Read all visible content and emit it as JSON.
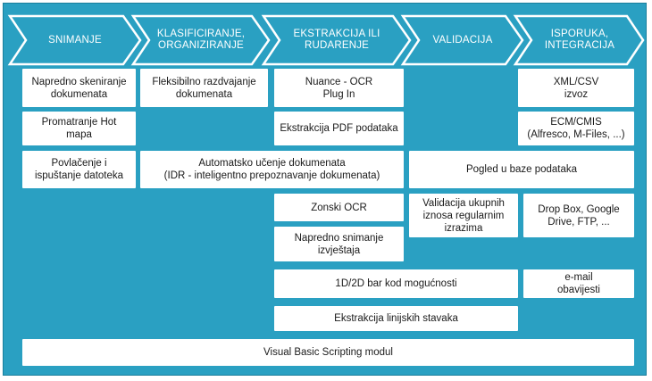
{
  "stages": [
    {
      "id": "snimanje",
      "label": "SNIMANJE"
    },
    {
      "id": "klasificiranje",
      "label": "KLASIFICIRANJE,\nORGANIZIRANJE"
    },
    {
      "id": "ekstrakcija",
      "label": "EKSTRAKCIJA ILI\nRUDARENJE"
    },
    {
      "id": "validacija",
      "label": "VALIDACIJA"
    },
    {
      "id": "isporuka",
      "label": "ISPORUKA,\nINTEGRACIJA"
    }
  ],
  "boxes": {
    "napredno_skeniranje": "Napredno skeniranje\ndokumenata",
    "fleksibilno_razdvajanje": "Fleksibilno razdvajanje\ndokumenata",
    "nuance_ocr": "Nuance - OCR\nPlug In",
    "xml_csv": "XML/CSV\nizvoz",
    "promatranje_hot_mapa": "Promatranje Hot\nmapa",
    "ekstrakcija_pdf": "Ekstrakcija PDF podataka",
    "ecm_cmis": "ECM/CMIS\n(Alfresco, M-Files, ...)",
    "povlacenje": "Povlačenje i\nispuštanje datoteka",
    "automatsko_ucenje": "Automatsko učenje dokumenata\n(IDR - inteligentno prepoznavanje dokumenata)",
    "pogled_baze": "Pogled u baze podataka",
    "zonski_ocr": "Zonski OCR",
    "validacija_iznosa": "Validacija ukupnih\niznosa regularnim\nizrazima",
    "dropbox": "Drop Box, Google\nDrive, FTP, ...",
    "napredno_snimanje": "Napredno snimanje\nizvještaja",
    "bar_kod": "1D/2D bar kod mogućnosti",
    "email": "e-mail\nobavijesti",
    "linijske_stavke": "Ekstrakcija linijskih stavaka",
    "vbs_modul": "Visual Basic Scripting modul"
  },
  "colors": {
    "panel": "#2aa0c2",
    "chevron_fill": "#2aa0c2",
    "chevron_outline": "#ffffff",
    "box": "#ffffff",
    "text": "#1a1a1a"
  }
}
